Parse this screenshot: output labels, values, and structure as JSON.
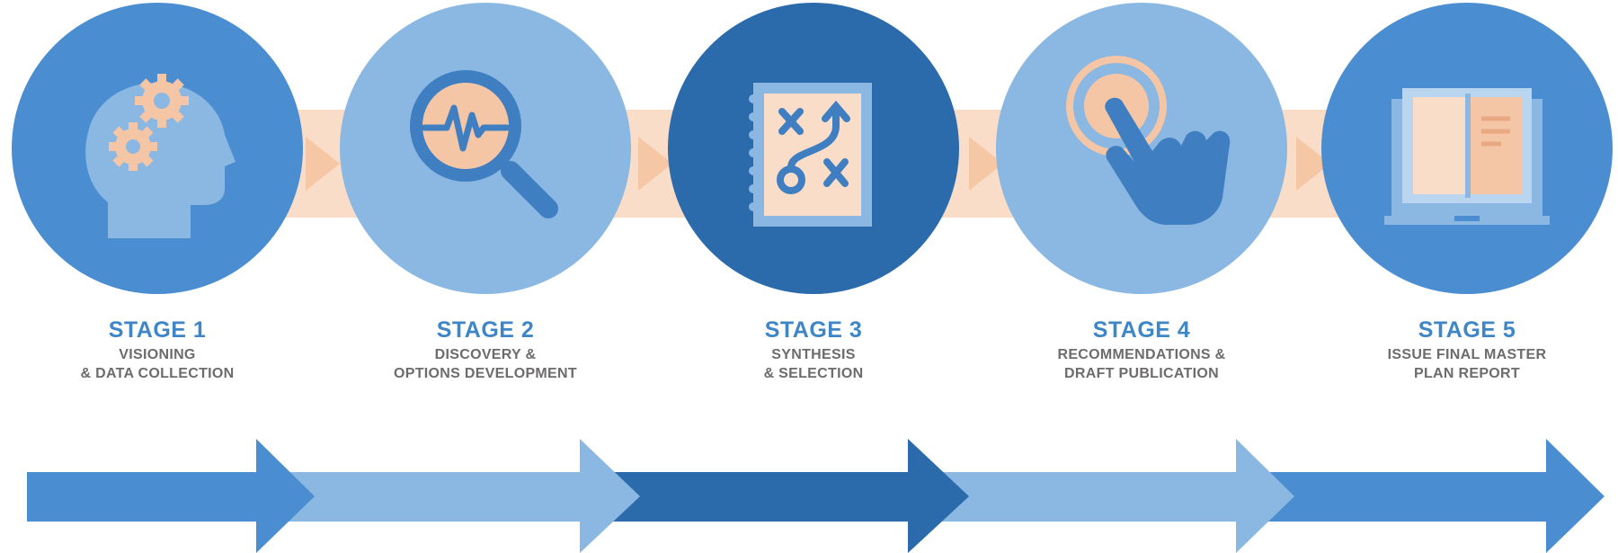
{
  "colors": {
    "stage1": "#4a8dd0",
    "stage2": "#8ab8e3",
    "stage3": "#2b6aab",
    "stage4": "#8ab8e3",
    "stage5": "#4a8dd0",
    "connector": "#f9ddc9",
    "connector_chevron": "#f6c7a4",
    "accent_peach": "#f5c6a6",
    "title_blue": "#3f86c6",
    "desc_gray": "#6d6b6b"
  },
  "stages": [
    {
      "title": "STAGE 1",
      "description": "VISIONING\n& DATA COLLECTION",
      "icon": "head-gears-icon"
    },
    {
      "title": "STAGE 2",
      "description": "DISCOVERY &\nOPTIONS DEVELOPMENT",
      "icon": "magnifier-pulse-icon"
    },
    {
      "title": "STAGE 3",
      "description": "SYNTHESIS\n& SELECTION",
      "icon": "strategy-board-icon"
    },
    {
      "title": "STAGE 4",
      "description": "RECOMMENDATIONS &\nDRAFT PUBLICATION",
      "icon": "hand-touch-icon"
    },
    {
      "title": "STAGE 5",
      "description": "ISSUE FINAL MASTER\nPLAN REPORT",
      "icon": "open-book-icon"
    }
  ]
}
